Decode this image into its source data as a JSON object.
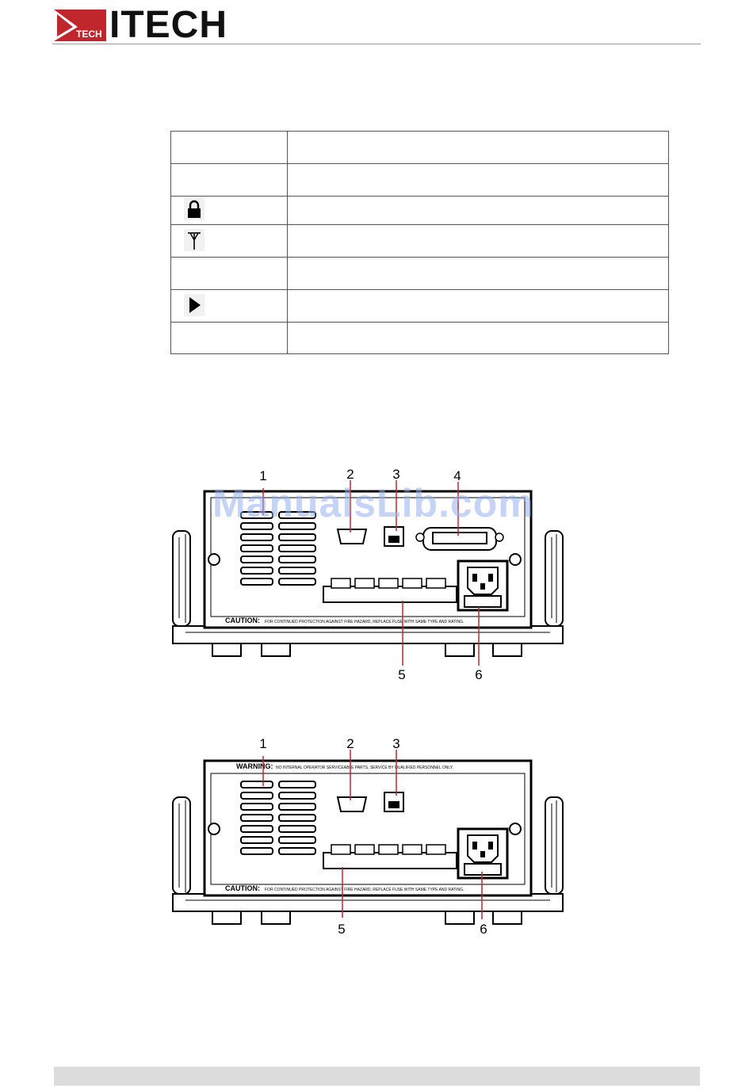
{
  "header": {
    "logo_text": "ITECH",
    "logo_sub": "TECH",
    "brand_color": "#c0272d"
  },
  "status_table": {
    "rows": [
      {
        "icon": null
      },
      {
        "icon": null
      },
      {
        "icon": "lock-icon"
      },
      {
        "icon": "antenna-icon"
      },
      {
        "icon": null
      },
      {
        "icon": "play-triangle-icon"
      },
      {
        "icon": null
      }
    ]
  },
  "figures": [
    {
      "callouts": [
        "1",
        "2",
        "3",
        "4",
        "5",
        "6"
      ],
      "caution_text": "CAUTION:",
      "caution_detail": "FOR CONTINUED PROTECTION AGAINST FIRE HAZARD, REPLACE FUSE WITH SAME TYPE AND RATING."
    },
    {
      "callouts": [
        "1",
        "2",
        "3",
        "5",
        "6"
      ],
      "warning_text": "WARNING:",
      "warning_detail": "NO INTERNAL OPERATOR SERVICEABLE PARTS. SERVICE BY QUALIFIED PERSONNEL ONLY.",
      "caution_text": "CAUTION:",
      "caution_detail": "FOR CONTINUED PROTECTION AGAINST FIRE HAZARD, REPLACE FUSE WITH SAME TYPE AND RATING."
    }
  ],
  "watermark": "ManualsLib.com"
}
